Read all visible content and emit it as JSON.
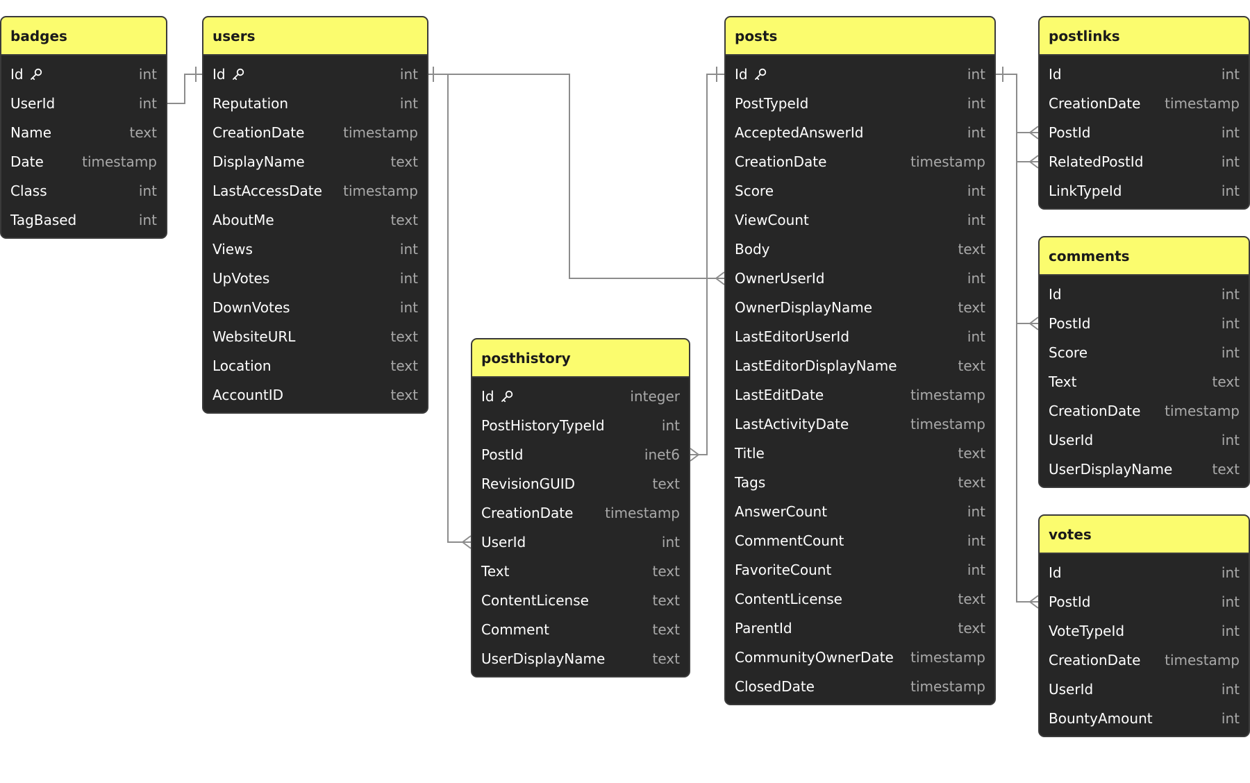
{
  "tables": [
    {
      "name": "badges",
      "columns": [
        {
          "name": "Id",
          "type": "int",
          "key": true
        },
        {
          "name": "UserId",
          "type": "int"
        },
        {
          "name": "Name",
          "type": "text"
        },
        {
          "name": "Date",
          "type": "timestamp"
        },
        {
          "name": "Class",
          "type": "int"
        },
        {
          "name": "TagBased",
          "type": "int"
        }
      ]
    },
    {
      "name": "users",
      "columns": [
        {
          "name": "Id",
          "type": "int",
          "key": true
        },
        {
          "name": "Reputation",
          "type": "int"
        },
        {
          "name": "CreationDate",
          "type": "timestamp"
        },
        {
          "name": "DisplayName",
          "type": "text"
        },
        {
          "name": "LastAccessDate",
          "type": "timestamp"
        },
        {
          "name": "AboutMe",
          "type": "text"
        },
        {
          "name": "Views",
          "type": "int"
        },
        {
          "name": "UpVotes",
          "type": "int"
        },
        {
          "name": "DownVotes",
          "type": "int"
        },
        {
          "name": "WebsiteURL",
          "type": "text"
        },
        {
          "name": "Location",
          "type": "text"
        },
        {
          "name": "AccountID",
          "type": "text"
        }
      ]
    },
    {
      "name": "posthistory",
      "columns": [
        {
          "name": "Id",
          "type": "integer",
          "key": true
        },
        {
          "name": "PostHistoryTypeId",
          "type": "int"
        },
        {
          "name": "PostId",
          "type": "inet6"
        },
        {
          "name": "RevisionGUID",
          "type": "text"
        },
        {
          "name": "CreationDate",
          "type": "timestamp"
        },
        {
          "name": "UserId",
          "type": "int"
        },
        {
          "name": "Text",
          "type": "text"
        },
        {
          "name": "ContentLicense",
          "type": "text"
        },
        {
          "name": "Comment",
          "type": "text"
        },
        {
          "name": "UserDisplayName",
          "type": "text"
        }
      ]
    },
    {
      "name": "posts",
      "columns": [
        {
          "name": "Id",
          "type": "int",
          "key": true
        },
        {
          "name": "PostTypeId",
          "type": "int"
        },
        {
          "name": "AcceptedAnswerId",
          "type": "int"
        },
        {
          "name": "CreationDate",
          "type": "timestamp"
        },
        {
          "name": "Score",
          "type": "int"
        },
        {
          "name": "ViewCount",
          "type": "int"
        },
        {
          "name": "Body",
          "type": "text"
        },
        {
          "name": "OwnerUserId",
          "type": "int"
        },
        {
          "name": "OwnerDisplayName",
          "type": "text"
        },
        {
          "name": "LastEditorUserId",
          "type": "int"
        },
        {
          "name": "LastEditorDisplayName",
          "type": "text"
        },
        {
          "name": "LastEditDate",
          "type": "timestamp"
        },
        {
          "name": "LastActivityDate",
          "type": "timestamp"
        },
        {
          "name": "Title",
          "type": "text"
        },
        {
          "name": "Tags",
          "type": "text"
        },
        {
          "name": "AnswerCount",
          "type": "int"
        },
        {
          "name": "CommentCount",
          "type": "int"
        },
        {
          "name": "FavoriteCount",
          "type": "int"
        },
        {
          "name": "ContentLicense",
          "type": "text"
        },
        {
          "name": "ParentId",
          "type": "text"
        },
        {
          "name": "CommunityOwnerDate",
          "type": "timestamp"
        },
        {
          "name": "ClosedDate",
          "type": "timestamp"
        }
      ]
    },
    {
      "name": "postlinks",
      "columns": [
        {
          "name": "Id",
          "type": "int"
        },
        {
          "name": "CreationDate",
          "type": "timestamp"
        },
        {
          "name": "PostId",
          "type": "int"
        },
        {
          "name": "RelatedPostId",
          "type": "int"
        },
        {
          "name": "LinkTypeId",
          "type": "int"
        }
      ]
    },
    {
      "name": "comments",
      "columns": [
        {
          "name": "Id",
          "type": "int"
        },
        {
          "name": "PostId",
          "type": "int"
        },
        {
          "name": "Score",
          "type": "int"
        },
        {
          "name": "Text",
          "type": "text"
        },
        {
          "name": "CreationDate",
          "type": "timestamp"
        },
        {
          "name": "UserId",
          "type": "int"
        },
        {
          "name": "UserDisplayName",
          "type": "text"
        }
      ]
    },
    {
      "name": "votes",
      "columns": [
        {
          "name": "Id",
          "type": "int"
        },
        {
          "name": "PostId",
          "type": "int"
        },
        {
          "name": "VoteTypeId",
          "type": "int"
        },
        {
          "name": "CreationDate",
          "type": "timestamp"
        },
        {
          "name": "UserId",
          "type": "int"
        },
        {
          "name": "BountyAmount",
          "type": "int"
        }
      ]
    }
  ],
  "relations": [
    {
      "from": "badges.UserId",
      "to": "users.Id"
    },
    {
      "from": "posts.OwnerUserId",
      "to": "users.Id"
    },
    {
      "from": "posthistory.UserId",
      "to": "users.Id"
    },
    {
      "from": "posthistory.PostId",
      "to": "posts.Id"
    },
    {
      "from": "postlinks.PostId",
      "to": "posts.Id"
    },
    {
      "from": "postlinks.RelatedPostId",
      "to": "posts.Id"
    },
    {
      "from": "comments.PostId",
      "to": "posts.Id"
    },
    {
      "from": "votes.PostId",
      "to": "posts.Id"
    }
  ],
  "colors": {
    "header": "#fbfc6e",
    "body": "#262626",
    "column_name": "#ffffff",
    "column_type": "#a9a9a9",
    "connector": "#8c8c8c"
  },
  "icons": {
    "primary_key": "key-icon"
  }
}
